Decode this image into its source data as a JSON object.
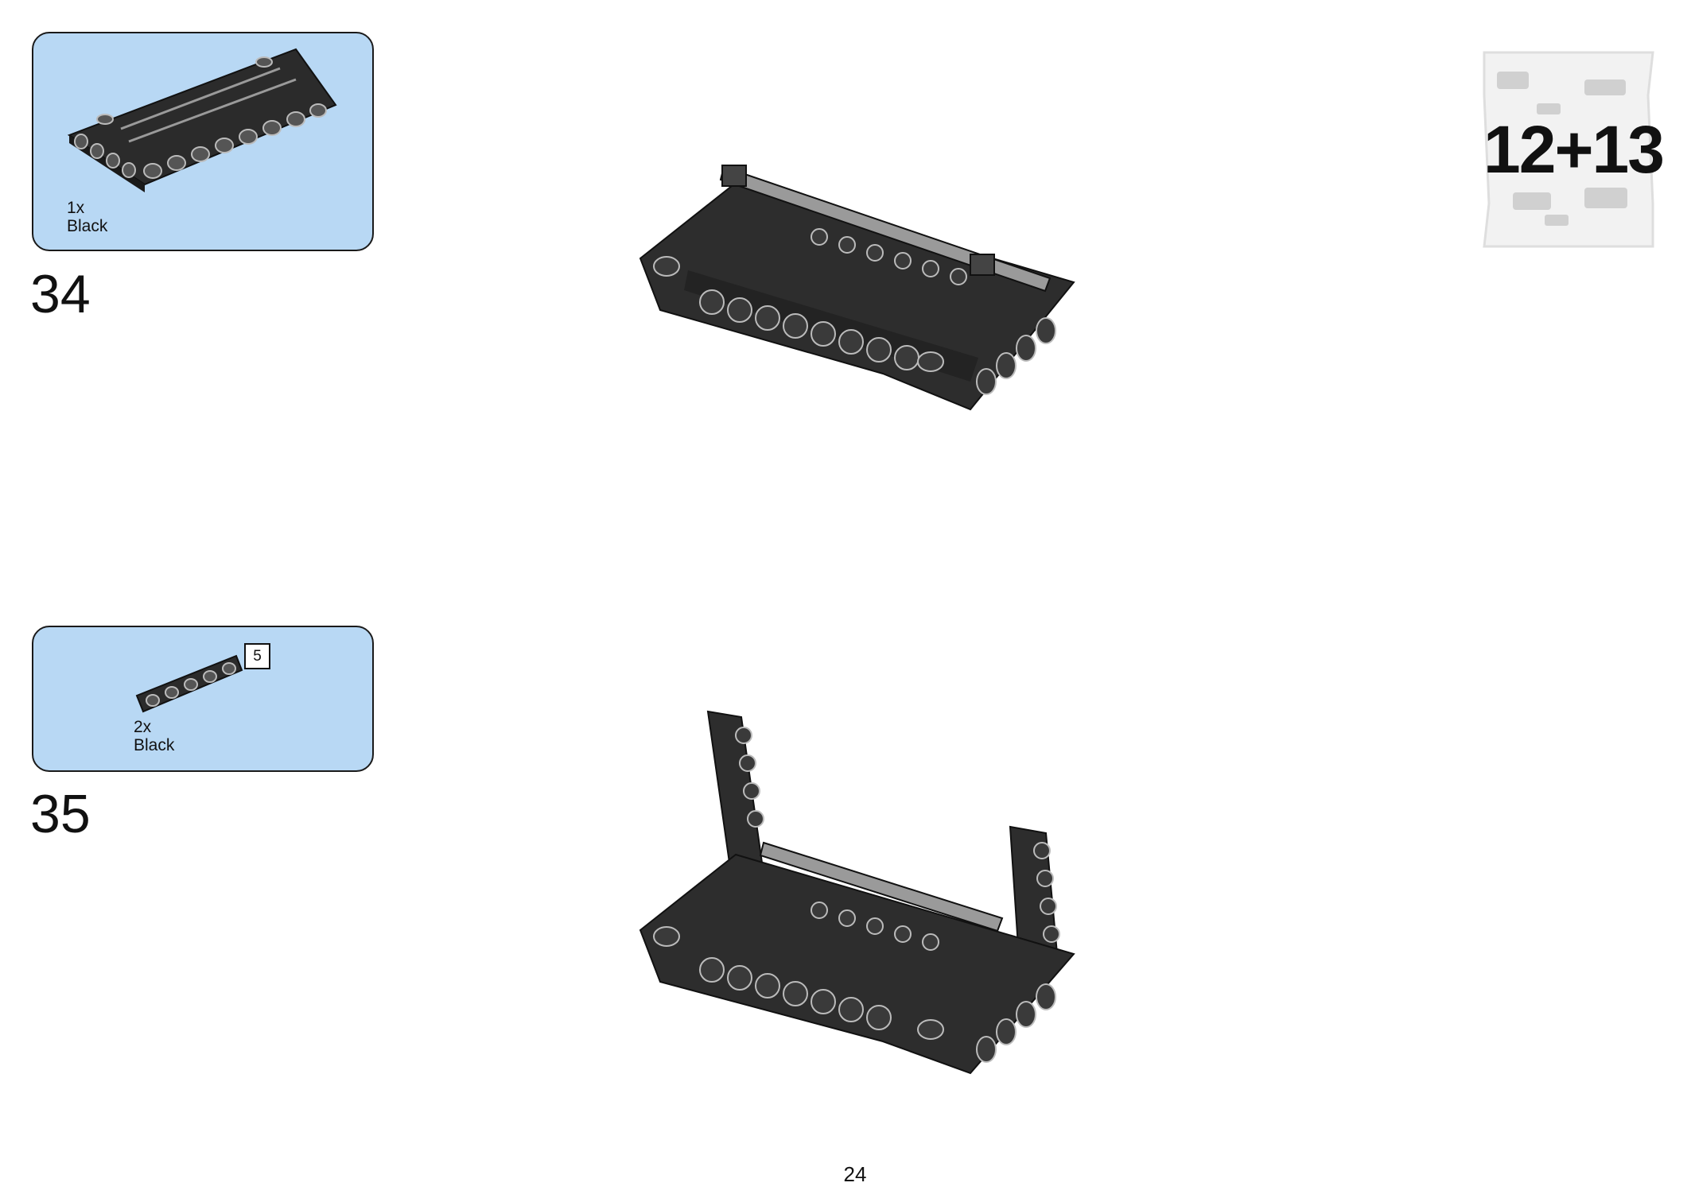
{
  "steps": [
    {
      "number": "34",
      "part": {
        "quantity": "1x",
        "color": "Black"
      }
    },
    {
      "number": "35",
      "part": {
        "quantity": "2x",
        "color": "Black",
        "length_badge": "5"
      }
    }
  ],
  "bag": {
    "label": "12+13"
  },
  "page": {
    "number": "24"
  },
  "colors": {
    "callout_bg": "#b8d8f4",
    "brick_black": "#2c2c2c"
  }
}
